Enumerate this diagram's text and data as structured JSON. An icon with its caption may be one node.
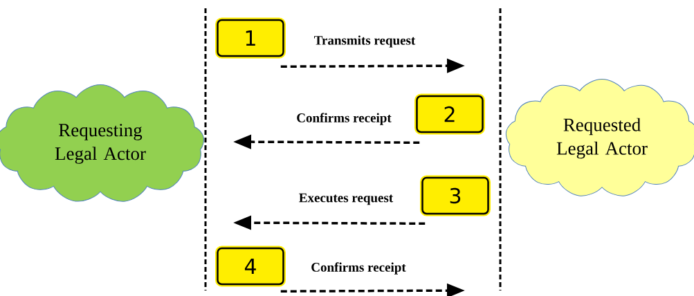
{
  "diagram": {
    "nodes": [
      {
        "text": [
          "Requesting Legal Actor"
        ]
      },
      {
        "text": [
          "Requested Legal Actor"
        ]
      },
      {
        "text": [
          "1"
        ]
      },
      {
        "text": [
          "2"
        ]
      },
      {
        "text": [
          "3"
        ]
      },
      {
        "text": [
          "4"
        ]
      }
    ],
    "edges": [
      {
        "from": 2,
        "to": null,
        "arrow": "to",
        "label": "Transmits request",
        "style": "dashed"
      },
      {
        "from": 3,
        "to": null,
        "arrow": "to",
        "label": "Confirms receipt",
        "style": "dashed"
      },
      {
        "from": 4,
        "to": null,
        "arrow": "to",
        "label": "Executes request",
        "style": "dashed"
      },
      {
        "from": 5,
        "to": null,
        "arrow": "to",
        "label": "Confirms receipt",
        "style": "dashed"
      }
    ]
  }
}
